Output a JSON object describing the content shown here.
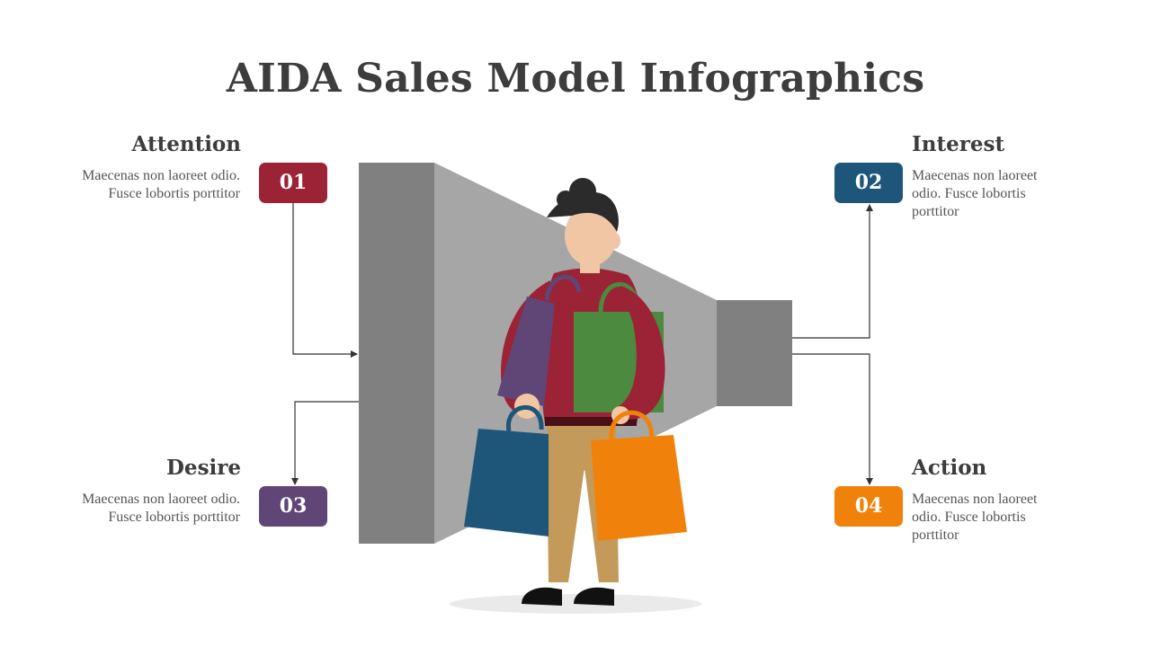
{
  "title": "AIDA Sales Model Infographics",
  "colors": {
    "attention": "#9b2335",
    "interest": "#1e567a",
    "desire": "#5f4677",
    "action": "#f0820c",
    "funnel_dark": "#808080",
    "funnel_light": "#a6a6a6",
    "text": "#3d3d3d"
  },
  "steps": {
    "attention": {
      "number": "01",
      "heading": "Attention",
      "description": "Maecenas non laoreet odio. Fusce lobortis porttitor"
    },
    "interest": {
      "number": "02",
      "heading": "Interest",
      "description": "Maecenas non laoreet odio. Fusce lobortis porttitor"
    },
    "desire": {
      "number": "03",
      "heading": "Desire",
      "description": "Maecenas non laoreet odio. Fusce lobortis porttitor"
    },
    "action": {
      "number": "04",
      "heading": "Action",
      "description": "Maecenas non laoreet odio. Fusce lobortis porttitor"
    }
  },
  "illustration": {
    "subject": "shopper-with-bags",
    "bag_colors": [
      "#5f4677",
      "#4b8a3f",
      "#1e567a",
      "#f0820c"
    ]
  }
}
